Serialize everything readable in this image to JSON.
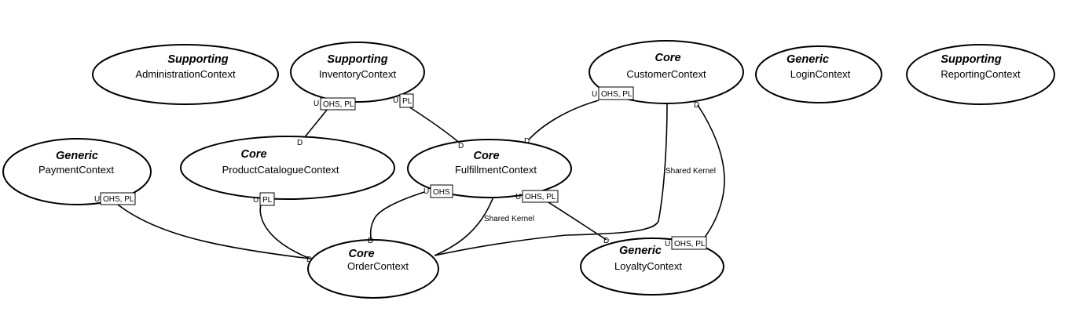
{
  "contexts": {
    "administration": {
      "category": "Supporting",
      "name": "AdministrationContext"
    },
    "inventory": {
      "category": "Supporting",
      "name": "InventoryContext"
    },
    "customer": {
      "category": "Core",
      "name": "CustomerContext"
    },
    "login": {
      "category": "Generic",
      "name": "LoginContext"
    },
    "reporting": {
      "category": "Supporting",
      "name": "ReportingContext"
    },
    "payment": {
      "category": "Generic",
      "name": "PaymentContext"
    },
    "productCatalogue": {
      "category": "Core",
      "name": "ProductCatalogueContext"
    },
    "fulfillment": {
      "category": "Core",
      "name": "FulfillmentContext"
    },
    "order": {
      "category": "Core",
      "name": "OrderContext"
    },
    "loyalty": {
      "category": "Generic",
      "name": "LoyaltyContext"
    }
  },
  "labels": {
    "upstream": "U",
    "downstream": "D",
    "ohs_pl": "OHS, PL",
    "pl": "PL",
    "ohs": "OHS",
    "shared_kernel": "Shared Kernel"
  }
}
